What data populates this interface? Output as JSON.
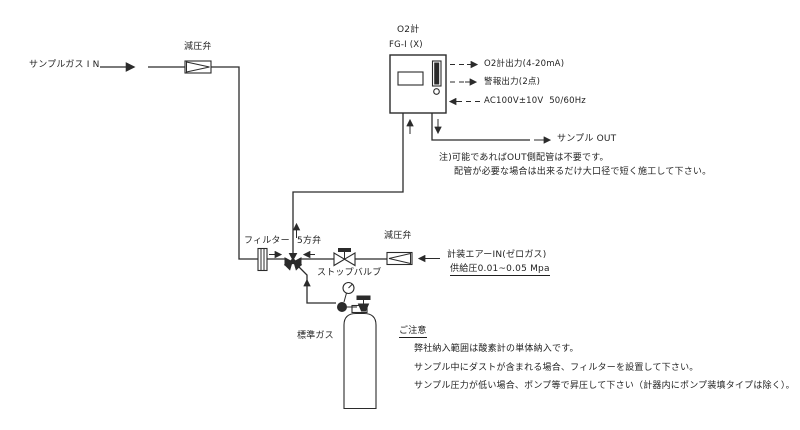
{
  "colors": {
    "line": "#2b2b2b",
    "text": "#1f1f1f",
    "background": "#ffffff"
  },
  "diagram": {
    "sample_gas_in": "サンプルガス I N",
    "reducing_valve_top": "減圧弁",
    "o2_meter": {
      "title": "O2計",
      "model": "FG-I (X)"
    },
    "signals": {
      "output1": "O2計出力(4-20mA)",
      "output2": "警報出力(2点)",
      "power": "AC100V±10V  50/60Hz"
    },
    "sample_out": "サンプル OUT",
    "out_note": {
      "line1": "注)可能であればOUT側配管は不要です。",
      "line2": "配管が必要な場合は出来るだけ大口径で短く施工して下さい。"
    },
    "filter": "フィルター",
    "five_way_valve": "5方弁",
    "stop_valve": "ストップバルブ",
    "reducing_valve_mid": "減圧弁",
    "instrument_air_in": "計装エアーIN(ゼロガス)",
    "supply_pressure": "供給圧0.01~0.05 Mpa",
    "standard_gas": "標準ガス",
    "caution": {
      "heading": "ご注意",
      "line1": "弊社納入範囲は酸素計の単体納入です。",
      "line2": "サンプル中にダストが含まれる場合、フィルターを設置して下さい。",
      "line3": "サンプル圧力が低い場合、ポンプ等で昇圧して下さい（計器内にポンプ装填タイプは除く）。"
    },
    "symbols": {
      "reducing_valve": "rect-with-triangle-valve-symbol",
      "filter": "hatched-rect-filter-symbol",
      "five_way_valve": "star-multiport-valve-symbol",
      "stop_valve": "bowtie-valve-symbol",
      "gas_cylinder": "gas-cylinder-with-regulator-symbol",
      "o2_meter": "instrument-box-with-display-symbol"
    }
  }
}
